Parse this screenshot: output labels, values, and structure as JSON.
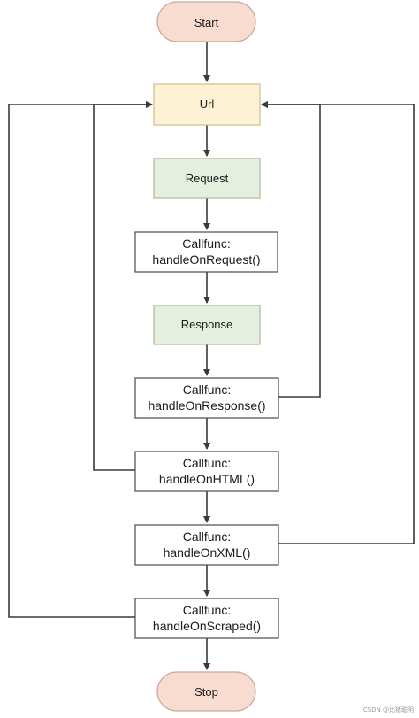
{
  "colors": {
    "terminal_fill": "#f8dcd0",
    "terminal_stroke": "#c9a79a",
    "url_fill": "#fdf2d4",
    "url_stroke": "#cdbd8e",
    "green_fill": "#e5efdf",
    "green_stroke": "#a9bb9c",
    "callfunc_fill": "#ffffff",
    "callfunc_stroke": "#4a4a4a",
    "connector": "#3a3a3a"
  },
  "nodes": {
    "start": {
      "label": "Start"
    },
    "url": {
      "label": "Url"
    },
    "request": {
      "label": "Request"
    },
    "on_request": {
      "line1": "Callfunc:",
      "line2": "handleOnRequest()"
    },
    "response": {
      "label": "Response"
    },
    "on_response": {
      "line1": "Callfunc:",
      "line2": "handleOnResponse()"
    },
    "on_html": {
      "line1": "Callfunc:",
      "line2": "handleOnHTML()"
    },
    "on_xml": {
      "line1": "Callfunc:",
      "line2": "handleOnXML()"
    },
    "on_scraped": {
      "line1": "Callfunc:",
      "line2": "handleOnScraped()"
    },
    "stop": {
      "label": "Stop"
    }
  },
  "watermark": "CSDN @比猪聪明"
}
